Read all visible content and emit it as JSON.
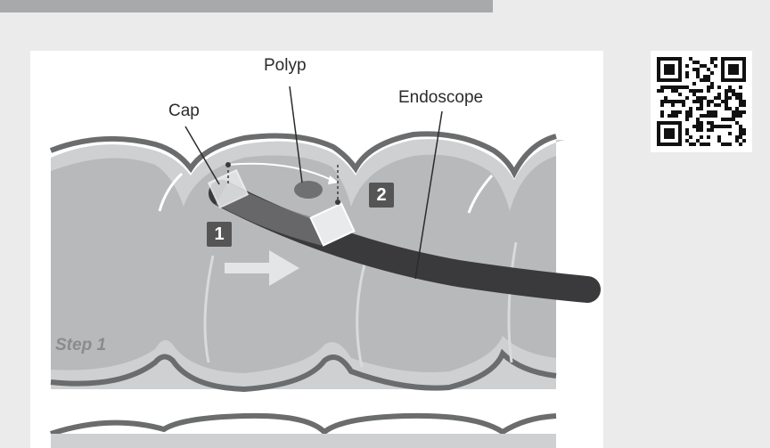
{
  "progress": {
    "fraction": 0.64
  },
  "diagram": {
    "labels": {
      "polyp": "Polyp",
      "cap": "Cap",
      "endoscope": "Endoscope",
      "step": "Step 1"
    },
    "badges": [
      "1",
      "2"
    ]
  },
  "colors": {
    "page_bg": "#eaebea",
    "tissue_light": "#d2d3d4",
    "tissue_mid": "#b9babb",
    "endoscope": "#3a3a3c",
    "badge": "#555555"
  }
}
